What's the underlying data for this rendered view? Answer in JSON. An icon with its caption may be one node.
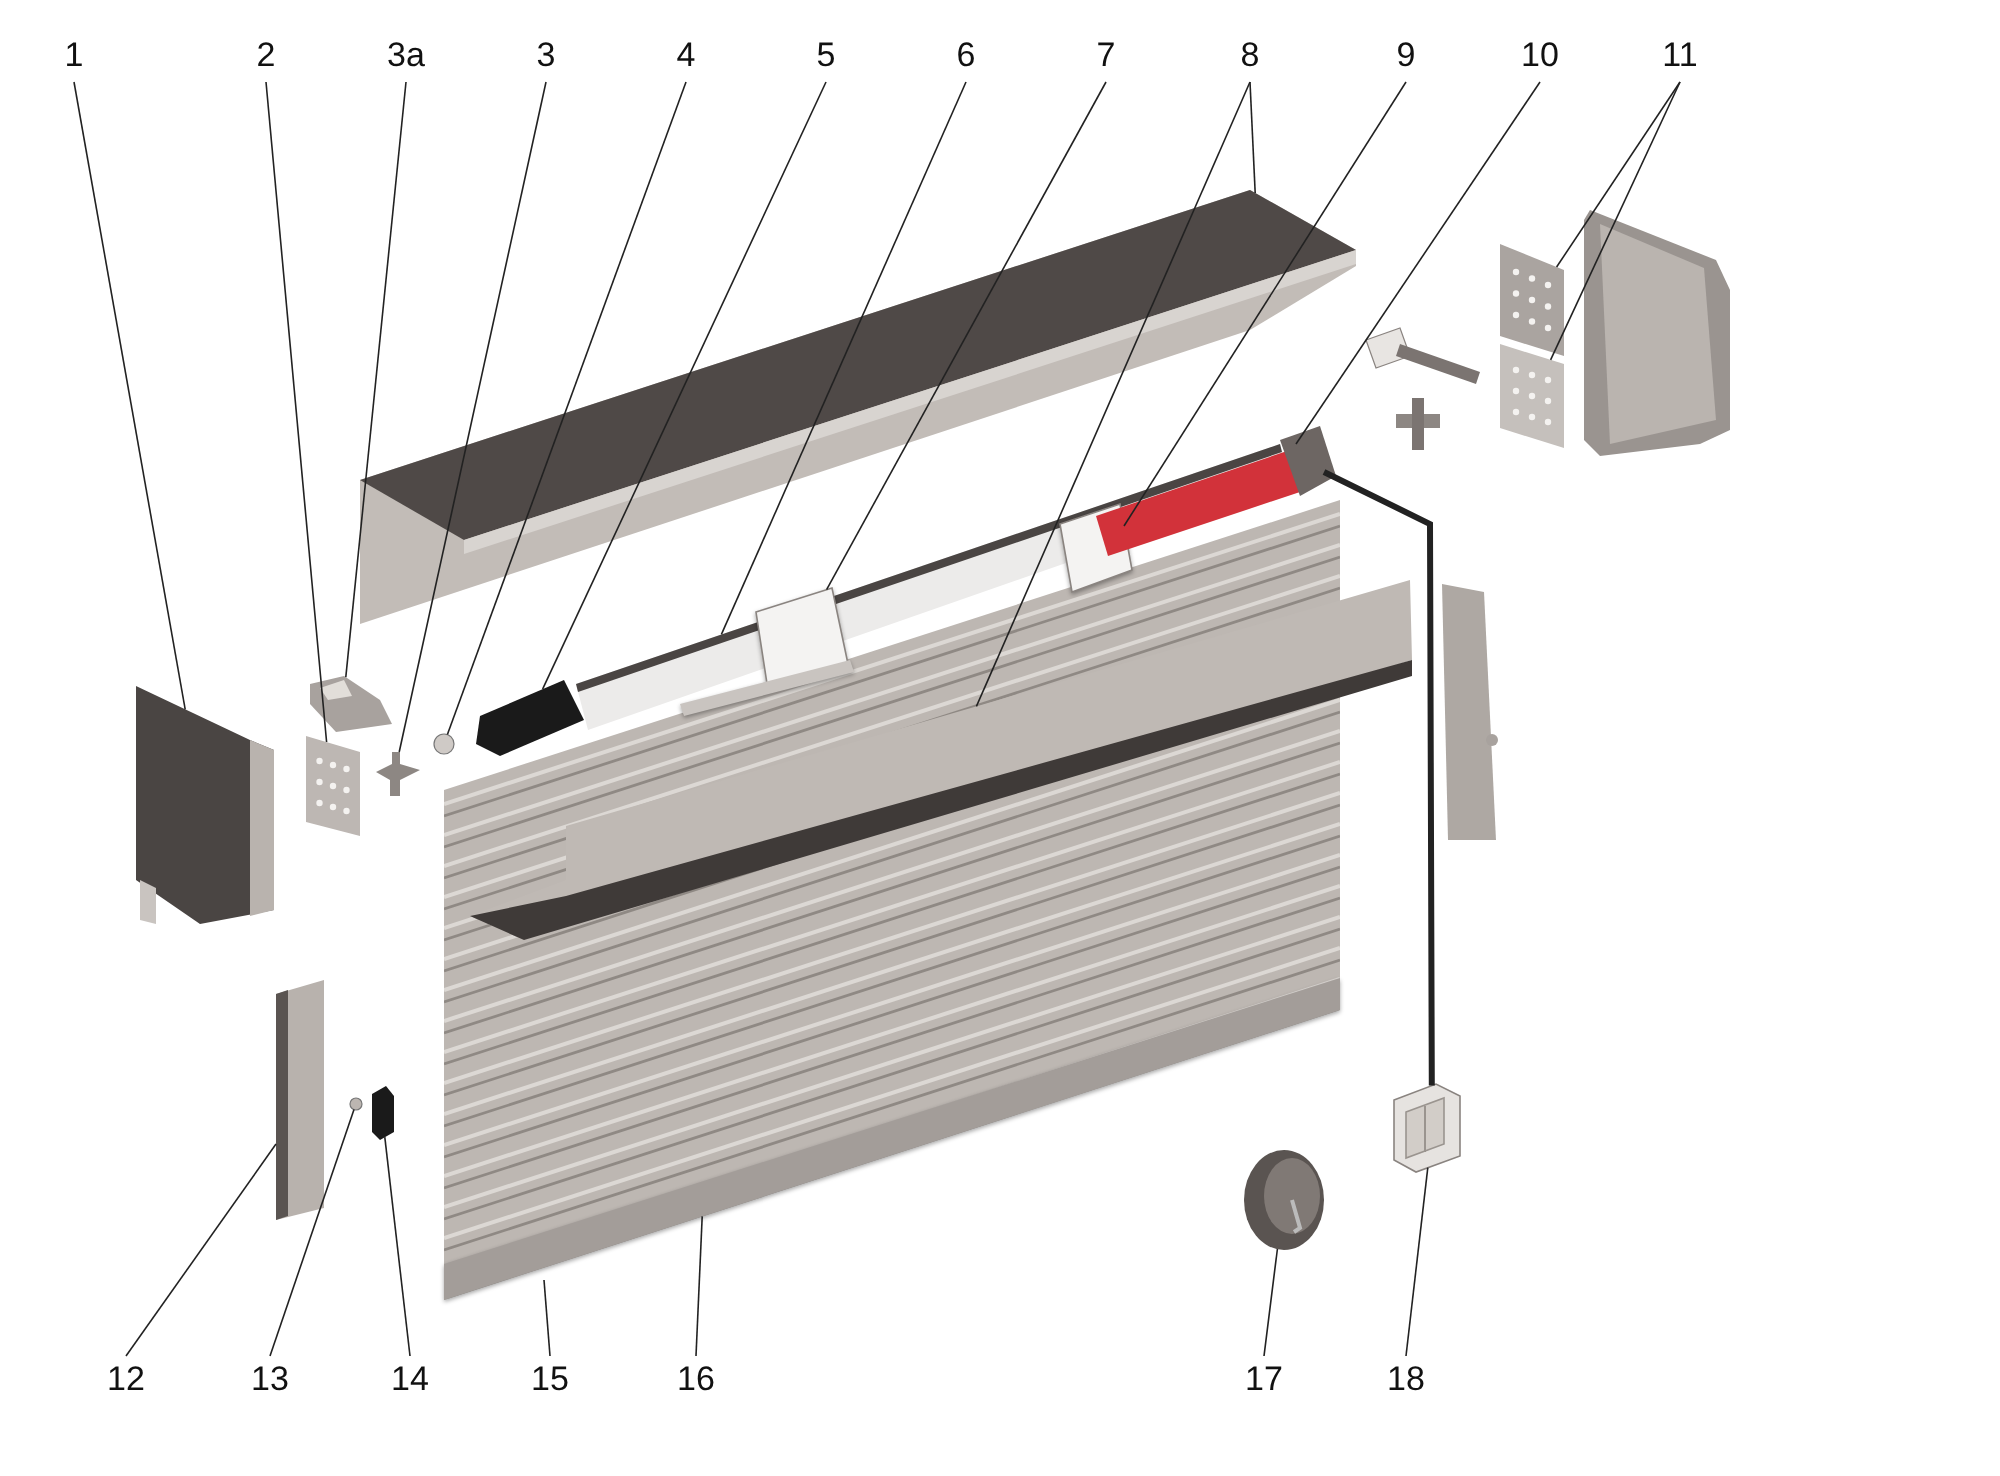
{
  "diagram": {
    "nodes": [
      {
        "text": [
          "1"
        ]
      },
      {
        "text": [
          "2"
        ]
      },
      {
        "text": [
          "3a"
        ]
      },
      {
        "text": [
          "3"
        ]
      },
      {
        "text": [
          "4"
        ]
      },
      {
        "text": [
          "5"
        ]
      },
      {
        "text": [
          "6"
        ]
      },
      {
        "text": [
          "7"
        ]
      },
      {
        "text": [
          "8"
        ]
      },
      {
        "text": [
          "9"
        ]
      },
      {
        "text": [
          "10"
        ]
      },
      {
        "text": [
          "11"
        ]
      },
      {
        "text": [
          "12"
        ]
      },
      {
        "text": [
          "13"
        ]
      },
      {
        "text": [
          "14"
        ]
      },
      {
        "text": [
          "15"
        ]
      },
      {
        "text": [
          "16"
        ]
      },
      {
        "text": [
          "17"
        ]
      },
      {
        "text": [
          "18"
        ]
      },
      {
        "text": [],
        "shape": "picture"
      },
      {
        "text": [],
        "shape": "picture"
      },
      {
        "text": [],
        "shape": "picture"
      },
      {
        "text": [],
        "shape": "picture"
      },
      {
        "text": [],
        "shape": "circle"
      },
      {
        "text": [],
        "shape": "picture"
      },
      {
        "text": [],
        "shape": "picture"
      },
      {
        "text": [],
        "shape": "picture",
        "in": 25
      },
      {
        "text": [],
        "shape": "picture"
      },
      {
        "text": [],
        "shape": "picture"
      },
      {
        "text": [],
        "shape": "picture",
        "in": 25
      },
      {
        "text": [],
        "shape": "picture"
      },
      {
        "text": [],
        "shape": "picture"
      },
      {
        "text": [],
        "shape": "picture"
      },
      {
        "text": [],
        "shape": "picture"
      },
      {
        "text": [],
        "shape": "circle"
      },
      {
        "text": [],
        "shape": "picture"
      },
      {
        "text": [],
        "shape": "picture",
        "in": 37
      },
      {
        "text": [],
        "shape": "picture"
      },
      {
        "text": [],
        "shape": "picture"
      },
      {
        "text": [],
        "shape": "picture"
      }
    ],
    "edges": [
      {
        "from": 0,
        "to": 19,
        "arrow": "none"
      },
      {
        "from": 1,
        "to": 20,
        "arrow": "none"
      },
      {
        "from": 2,
        "to": 21,
        "arrow": "none"
      },
      {
        "from": 3,
        "to": 22,
        "arrow": "none"
      },
      {
        "from": 4,
        "to": 23,
        "arrow": "none"
      },
      {
        "from": 5,
        "to": 24,
        "arrow": "none"
      },
      {
        "from": 6,
        "to": 25,
        "arrow": "none"
      },
      {
        "from": 7,
        "to": 26,
        "arrow": "none"
      },
      {
        "from": 8,
        "to": 27,
        "arrow": "none"
      },
      {
        "from": 8,
        "to": 28,
        "arrow": "none"
      },
      {
        "from": 9,
        "to": 29,
        "arrow": "none"
      },
      {
        "from": 10,
        "to": 30,
        "arrow": "none"
      },
      {
        "from": 11,
        "to": 31,
        "arrow": "none"
      },
      {
        "from": 11,
        "to": 32,
        "arrow": "none"
      },
      {
        "from": 12,
        "to": 33,
        "arrow": "none"
      },
      {
        "from": 13,
        "to": 34,
        "arrow": "none"
      },
      {
        "from": 14,
        "to": 35,
        "arrow": "none"
      },
      {
        "from": 15,
        "to": 36,
        "arrow": "none"
      },
      {
        "from": 16,
        "to": 37,
        "arrow": "none"
      },
      {
        "from": 17,
        "to": 38,
        "arrow": "none"
      },
      {
        "from": 18,
        "to": 39,
        "arrow": "none"
      },
      {
        "from": 30,
        "to": 39,
        "arrow": "none",
        "style": "thick"
      }
    ]
  }
}
